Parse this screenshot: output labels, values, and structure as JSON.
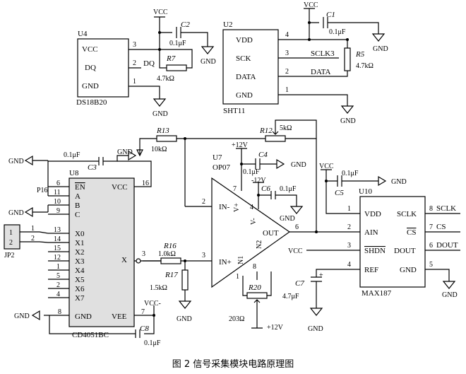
{
  "caption": "图 2 信号采集模块电路原理图",
  "labels": {
    "vcc": "VCC",
    "gnd": "GND",
    "vccneg": "VCC-",
    "p12v": "+12V",
    "n12v": "-12V",
    "p12v_b": "+12V",
    "p12v_c": "+12V"
  },
  "u4": {
    "ref": "U4",
    "part": "DS18B20",
    "pins": [
      "VCC",
      "DQ",
      "GND"
    ],
    "pin_numbers": [
      "3",
      "2",
      "1"
    ],
    "dq_net": "DQ"
  },
  "u2": {
    "ref": "U2",
    "part": "SHT11",
    "pins": [
      "VDD",
      "SCK",
      "DATA",
      "GND"
    ],
    "pin_numbers": [
      "4",
      "3",
      "2",
      "1"
    ],
    "nets": [
      "SCLK3",
      "DATA"
    ]
  },
  "u8": {
    "ref": "U8",
    "part": "CD4051BC",
    "left_pins": [
      "EN",
      "A",
      "B",
      "C",
      "X0",
      "X1",
      "X2",
      "X3",
      "X4",
      "X5",
      "X6",
      "X7"
    ],
    "left_nums": [
      "6",
      "11",
      "10",
      "9",
      "13",
      "14",
      "15",
      "12",
      "1",
      "5",
      "2",
      "4"
    ],
    "vcc_pin": "VCC",
    "vcc_num": "16",
    "x_pin": "X",
    "x_num": "3",
    "gnd_pin": "GND",
    "gnd_num": "8",
    "vee_pin": "VEE",
    "vee_num": "7"
  },
  "u7": {
    "ref": "U7",
    "part": "OP07",
    "in_neg": "IN-",
    "in_pos": "IN+",
    "out": "OUT",
    "vpos": "V+",
    "vneg": "V-",
    "n1": "N1",
    "n2": "N2",
    "pins": {
      "in_neg": "2",
      "in_pos": "3",
      "vpos": "7",
      "vneg": "4",
      "out": "6",
      "n1": "1",
      "n2": "8"
    }
  },
  "u10": {
    "ref": "U10",
    "part": "MAX187",
    "left_pins": [
      "VDD",
      "AIN",
      "SHDN",
      "REF"
    ],
    "left_nums": [
      "1",
      "2",
      "3",
      "4"
    ],
    "right_pins": [
      "SCLK",
      "CS",
      "DOUT",
      "GND"
    ],
    "right_nums": [
      "8",
      "7",
      "6",
      "5"
    ],
    "nets": [
      "SCLK",
      "CS",
      "DOUT"
    ]
  },
  "jp2": {
    "ref": "JP2",
    "pins": [
      "1",
      "2"
    ]
  },
  "p16": {
    "ref": "P16"
  },
  "components": {
    "c2": {
      "ref": "C2",
      "value": "0.1μF"
    },
    "r7": {
      "ref": "R7",
      "value": "4.7kΩ"
    },
    "c1": {
      "ref": "C1",
      "value": "0.1μF"
    },
    "r5": {
      "ref": "R5",
      "value": "4.7kΩ"
    },
    "r13": {
      "ref": "R13",
      "value": "10kΩ"
    },
    "r12": {
      "ref": "R12",
      "value": "5kΩ"
    },
    "c3": {
      "ref": "C3",
      "value": "0.1μF"
    },
    "c4": {
      "ref": "C4",
      "value": "0.1μF"
    },
    "c6": {
      "ref": "C6",
      "value": "0.1μF"
    },
    "c5": {
      "ref": "C5",
      "value": "0.1μF"
    },
    "r16": {
      "ref": "R16",
      "value": "1.0kΩ"
    },
    "r17": {
      "ref": "R17",
      "value": "1.5kΩ"
    },
    "r20": {
      "ref": "R20",
      "value": "203Ω"
    },
    "c7": {
      "ref": "C7",
      "value": "4.7μF"
    },
    "c8": {
      "ref": "C8",
      "value": "0.1μF"
    }
  }
}
